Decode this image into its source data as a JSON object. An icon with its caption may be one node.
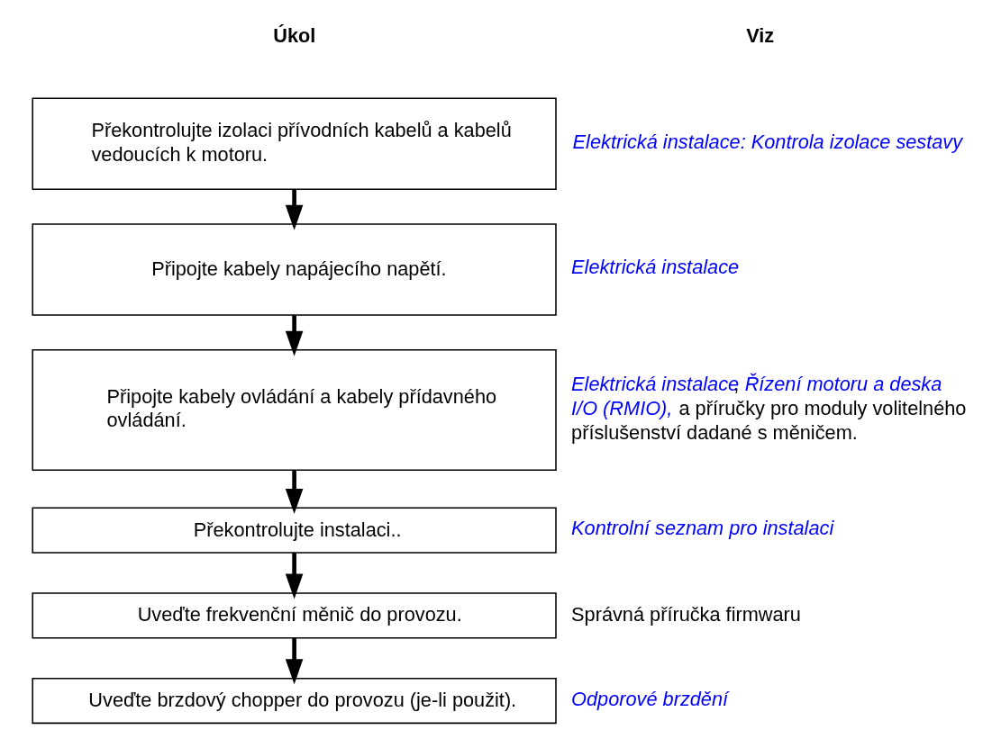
{
  "diagram": {
    "nodes": [
      {
        "text": [
          "Překontrolujte izolaci přívodních kabelů a kabelů vedoucích k motoru."
        ],
        "beside": [
          "Elektrická instalace: Kontrola izolace sestavy"
        ]
      },
      {
        "text": [
          "Připojte kabely napájecího napětí."
        ],
        "beside": [
          "Elektrická instalace"
        ]
      },
      {
        "text": [
          "Připojte kabely ovládání a kabely přídavného ovládání."
        ],
        "beside": [
          "*Elektrická instalace*, *Řízení motoru a deska I/O (RMIO),* a příručky pro moduly volitelného příslušenství dadané s měničem."
        ]
      },
      {
        "text": [
          "Překontrolujte instalaci.."
        ],
        "beside": [
          "Kontrolní seznam pro instalaci"
        ]
      },
      {
        "text": [
          "Uveďte frekvenční měnič do provozu."
        ],
        "beside": [
          "Správná příručka firmwaru"
        ]
      },
      {
        "text": [
          "Uveďte brzdový chopper do provozu (je-li použit)."
        ],
        "beside": [
          "Odporové brzdění"
        ]
      }
    ],
    "edges": [
      {
        "from": 0,
        "to": 1,
        "arrow": "to"
      },
      {
        "from": 1,
        "to": 2,
        "arrow": "to"
      },
      {
        "from": 2,
        "to": 3,
        "arrow": "to"
      },
      {
        "from": 3,
        "to": 4,
        "arrow": "to"
      },
      {
        "from": 4,
        "to": 5,
        "arrow": "to"
      }
    ],
    "labels": [
      "Úkol",
      "Viz"
    ]
  }
}
